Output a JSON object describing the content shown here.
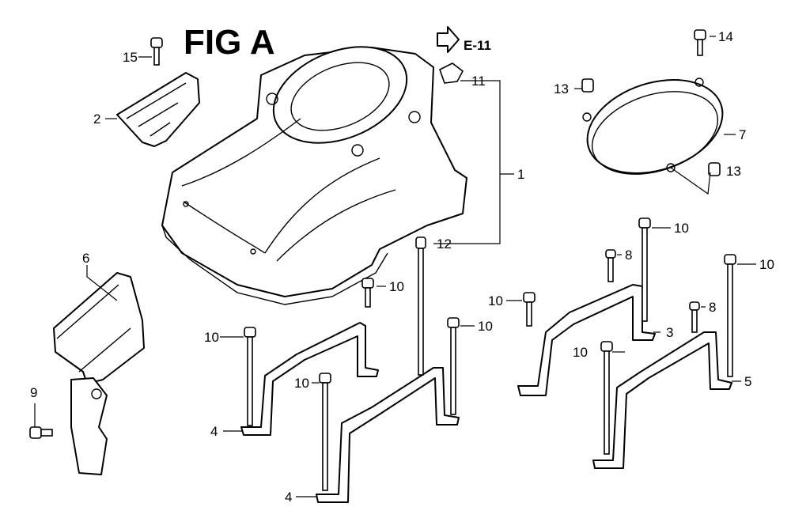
{
  "title": "FIG A",
  "reference": "E-11",
  "callouts": [
    "1",
    "2",
    "3",
    "4",
    "4",
    "5",
    "6",
    "7",
    "8",
    "8",
    "9",
    "10",
    "10",
    "10",
    "10",
    "10",
    "10",
    "10",
    "10",
    "11",
    "12",
    "13",
    "13",
    "14",
    "15"
  ]
}
